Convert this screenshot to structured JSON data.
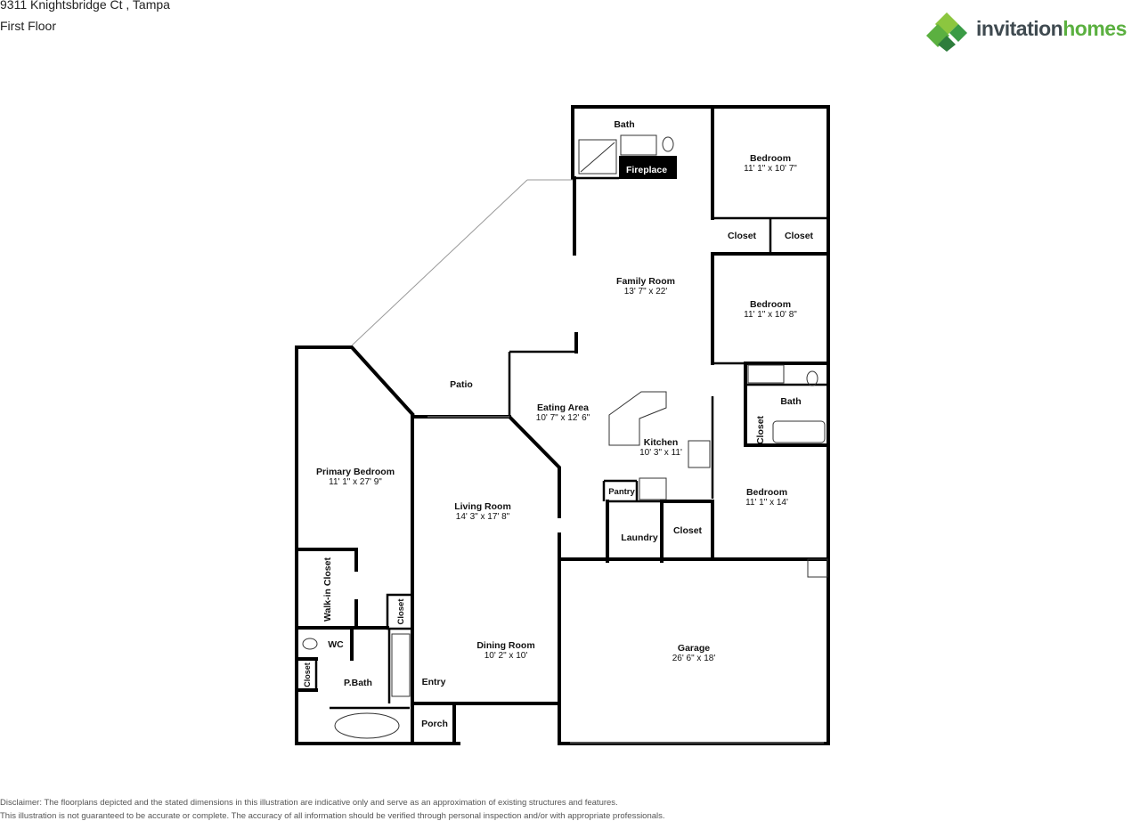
{
  "header": {
    "address": "9311 Knightsbridge Ct , Tampa",
    "floor": "First Floor"
  },
  "logo": {
    "text_part1": "invitation",
    "text_part2": "homes",
    "colors": {
      "dark": "#3f4a50",
      "green": "#5bb040"
    }
  },
  "rooms": {
    "bath_top": {
      "name": "Bath"
    },
    "fireplace": {
      "name": "Fireplace"
    },
    "bedroom_1": {
      "name": "Bedroom",
      "dims": "11' 1\" x 10' 7\""
    },
    "closet_a": {
      "name": "Closet"
    },
    "closet_b": {
      "name": "Closet"
    },
    "family_room": {
      "name": "Family Room",
      "dims": "13' 7\" x 22'"
    },
    "bedroom_2": {
      "name": "Bedroom",
      "dims": "11' 1\" x 10' 8\""
    },
    "patio": {
      "name": "Patio"
    },
    "eating_area": {
      "name": "Eating Area",
      "dims": "10' 7\" x 12' 6\""
    },
    "bath_mid": {
      "name": "Bath"
    },
    "closet_bath": {
      "name": "Closet"
    },
    "kitchen": {
      "name": "Kitchen",
      "dims": "10' 3\" x 11'"
    },
    "primary_bedroom": {
      "name": "Primary Bedroom",
      "dims": "11' 1\" x 27' 9\""
    },
    "pantry": {
      "name": "Pantry"
    },
    "bedroom_3": {
      "name": "Bedroom",
      "dims": "11' 1\" x 14'"
    },
    "living_room": {
      "name": "Living Room",
      "dims": "14' 3\" x 17' 8\""
    },
    "closet_c": {
      "name": "Closet"
    },
    "laundry": {
      "name": "Laundry"
    },
    "walk_in_closet": {
      "name": "Walk-in Closet"
    },
    "closet_d": {
      "name": "Closet"
    },
    "wc": {
      "name": "WC"
    },
    "dining_room": {
      "name": "Dining Room",
      "dims": "10' 2\" x 10'"
    },
    "garage": {
      "name": "Garage",
      "dims": "26' 6\" x 18'"
    },
    "closet_e": {
      "name": "Closet"
    },
    "p_bath": {
      "name": "P.Bath"
    },
    "entry": {
      "name": "Entry"
    },
    "porch": {
      "name": "Porch"
    }
  },
  "disclaimer": {
    "line1": "Disclaimer: The floorplans depicted and the stated dimensions in this illustration are indicative only and serve as an approximation of existing structures and features.",
    "line2": "This illustration is not guaranteed to be accurate or complete. The accuracy of all information should be verified through personal inspection and/or with appropriate professionals."
  }
}
